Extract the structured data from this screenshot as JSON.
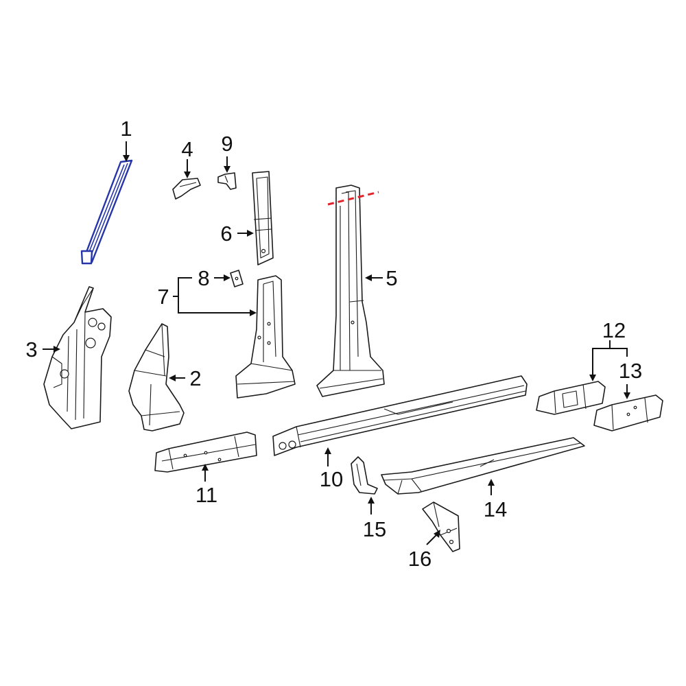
{
  "diagram": {
    "highlight_color": "#2636a8",
    "cut_line_color": "#e0242b",
    "callouts": {
      "c1": "1",
      "c2": "2",
      "c3": "3",
      "c4": "4",
      "c5": "5",
      "c6": "6",
      "c7": "7",
      "c8": "8",
      "c9": "9",
      "c10": "10",
      "c11": "11",
      "c12": "12",
      "c13": "13",
      "c14": "14",
      "c15": "15",
      "c16": "16"
    }
  }
}
